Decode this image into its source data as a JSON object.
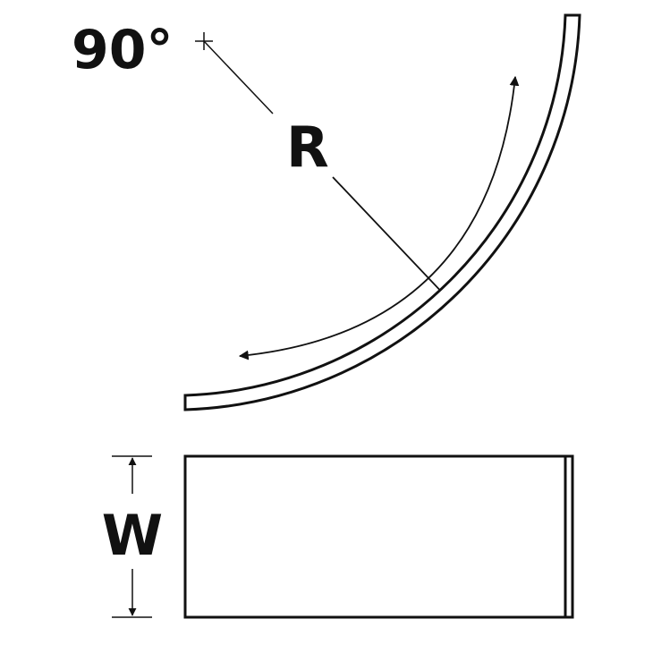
{
  "labels": {
    "angle": "90°",
    "radius": "R",
    "width": "W"
  },
  "colors": {
    "stroke": "#111111",
    "background": "#ffffff"
  }
}
